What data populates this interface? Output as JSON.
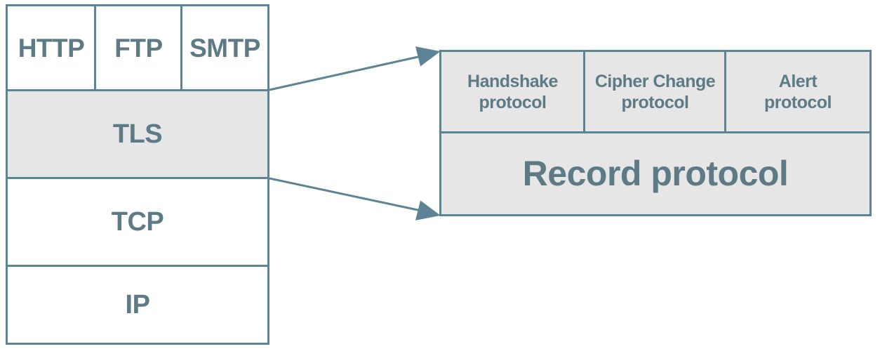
{
  "stack": {
    "app_protocols": [
      "HTTP",
      "FTP",
      "SMTP"
    ],
    "tls": "TLS",
    "tcp": "TCP",
    "ip": "IP"
  },
  "tls_detail": {
    "sub_protocols": [
      "Handshake\nprotocol",
      "Cipher Change\nprotocol",
      "Alert\nprotocol"
    ],
    "record": "Record protocol"
  },
  "colors": {
    "stroke": "#5d8494",
    "text": "#5d7a85",
    "fill_grey": "#e6e6e6"
  }
}
